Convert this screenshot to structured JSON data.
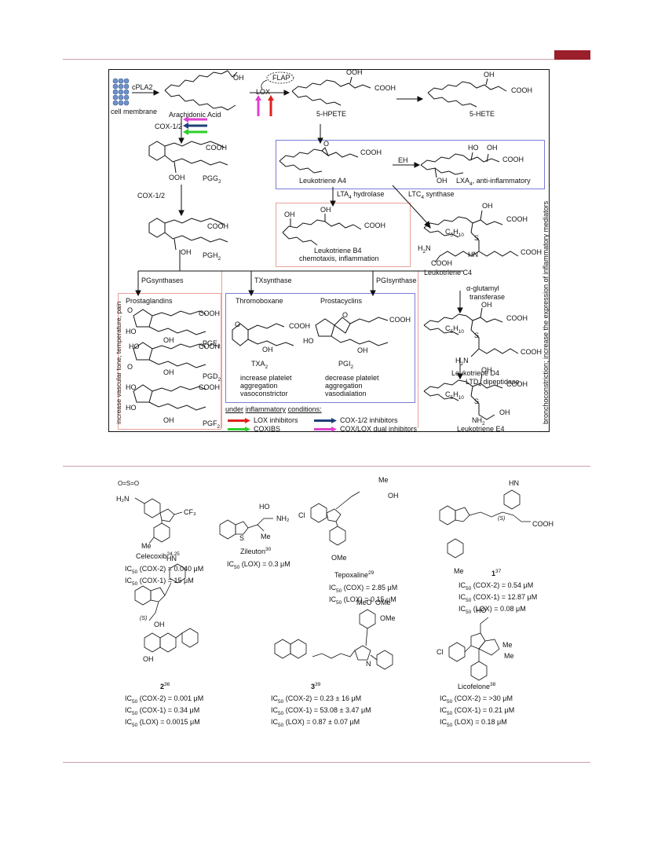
{
  "colors": {
    "page_rule": "#c9a2a8",
    "accent_tab": "#9b1e2b",
    "lox_inhibitor_arrow": "#e0201c",
    "coxibs_arrow": "#2bcf2b",
    "cox12_inhibitor_arrow": "#1f3f7a",
    "dual_inhibitor_arrow": "#e040d0",
    "blue_box": "#7b7bd6",
    "red_box": "#e9a29a"
  },
  "pathway": {
    "cell_membrane": "cell membrane",
    "cpla2": "cPLA2",
    "arachidonic_acid": "Arachidonic Acid",
    "flap": "FLAP",
    "lox": "LOX",
    "hpete": "5-HPETE",
    "hete": "5-HETE",
    "ooh": "OOH",
    "oh": "OH",
    "cooh": "COOH",
    "cox12_top": "COX-1/2",
    "pgg2": "PGG",
    "pgg2_sub": "2",
    "cox12_mid": "COX-1/2",
    "pgh2": "PGH",
    "pgh2_sub": "2",
    "lta4": "Leukotriene A4",
    "eh": "EH",
    "lxa4": "LXA",
    "lxa4_sub": "4",
    "lxa4_suffix": ", anti-inflammatory",
    "lta4_hydrolase": "LTA",
    "lta4_hydrolase_sub": "4",
    "lta4_hydrolase_suffix": " hydrolase",
    "ltc4_synthase": "LTC",
    "ltc4_synthase_sub": "4",
    "ltc4_synthase_suffix": " synthase",
    "ltb4": "Leukotriene B4",
    "ltb4_role": "chemotaxis, inflammation",
    "ltc4": "Leukotriene C4",
    "glutamyl": "α-glutamyl",
    "transferase": "transferase",
    "ltd4": "Leukotriene D4",
    "ltd4_dipeptidase": "LTD",
    "ltd4_dipeptidase_sub": "4",
    "ltd4_dipeptidase_suffix": " dipeptidase",
    "lte4": "Leukotriene E4",
    "c5h10": "C",
    "c5h10_sub1": "5",
    "c5h10_mid": "H",
    "c5h10_sub2": "10",
    "h2n": "H",
    "h2n_sub": "2",
    "h2n_suffix": "N",
    "hn": "HN",
    "nh2": "NH",
    "nh2_sub": "2",
    "o": "O",
    "s": "S",
    "vertical_right": "bronchoconstriction; increase the expression of inflammatory mediators",
    "vertical_left": "increase vascular tone, temperature, pain",
    "pgsynthases": "PGsynthases",
    "txsynthase": "TXsynthase",
    "pgisynthase": "PGIsynthase",
    "prostaglandins": "Prostaglandins",
    "thromboxane": "Thromoboxane",
    "prostacyclins": "Prostacyclins",
    "pge2": "PGE",
    "pgd2": "PGD",
    "pgf2": "PGF",
    "sub2": "2",
    "txa2": "TXA",
    "pgi2": "PGI",
    "tx_effect": [
      "increase platelet",
      "aggregation",
      "vasoconstrictor"
    ],
    "pgi_effect": [
      "decrease platelet",
      "aggregation",
      "vasodialation"
    ],
    "ho": "HO",
    "legend_title_under": "under",
    "legend_title_inflammatory": "inflammatory",
    "legend_title_conditions": "conditions:",
    "legend": [
      {
        "label": "LOX inhibitors",
        "color": "#e0201c"
      },
      {
        "label": "COX-1/2 inhibitors",
        "color": "#1f3f7a"
      },
      {
        "label": "COXIBS",
        "color": "#2bcf2b"
      },
      {
        "label": "COX/LOX dual inhibitors",
        "color": "#e040d0"
      }
    ]
  },
  "compounds": {
    "celecoxib": {
      "name": "Celecoxib",
      "ref": "24,25",
      "lines": [
        "IC",
        "IC"
      ],
      "values": [
        " (COX-2) = 0.040 μM",
        " (COX-1) = 15 μM"
      ]
    },
    "zileuton": {
      "name": "Zileuton",
      "ref": "30",
      "values": [
        " (LOX) = 0.3 μM"
      ]
    },
    "tepoxaline": {
      "name": "Tepoxaline",
      "ref": "29",
      "values": [
        " (COX) = 2.85 μM",
        " (LOX) = 0.15 μM"
      ]
    },
    "c1": {
      "name": "1",
      "ref": "37",
      "values": [
        " (COX-2) = 0.54 μM",
        " (COX-1) = 12.87 μM",
        " (LOX) = 0.08 μM"
      ]
    },
    "c2": {
      "name": "2",
      "ref": "36",
      "values": [
        " (COX-2) = 0.001 μM",
        " (COX-1) = 0.34 μM",
        " (LOX) = 0.0015 μM"
      ]
    },
    "c3": {
      "name": "3",
      "ref": "39",
      "values": [
        " (COX-2) = 0.23 ± 16 μM",
        " (COX-1) = 53.08 ± 3.47 μM",
        " (LOX) = 0.87 ± 0.07 μM"
      ]
    },
    "licofelone": {
      "name": "Licofelone",
      "ref": "38",
      "values": [
        " (COX-2) = >30 μM",
        " (COX-1) = 0.21 μM",
        " (LOX) = 0.18 μM"
      ]
    },
    "ic": "IC",
    "ic_sub": "50",
    "atoms": {
      "so2": "O=S=O",
      "h2n": "H₂N",
      "n": "N",
      "cf3": "CF₃",
      "me": "Me",
      "oh": "OH",
      "ho": "HO",
      "nh2": "NH₂",
      "s": "S",
      "o": "O",
      "cl": "Cl",
      "ome": "OMe",
      "meo": "MeO",
      "hn": "HN",
      "nh": "NH",
      "cooh": "COOH",
      "s_stereo": "(S)",
      "h": "H"
    }
  }
}
